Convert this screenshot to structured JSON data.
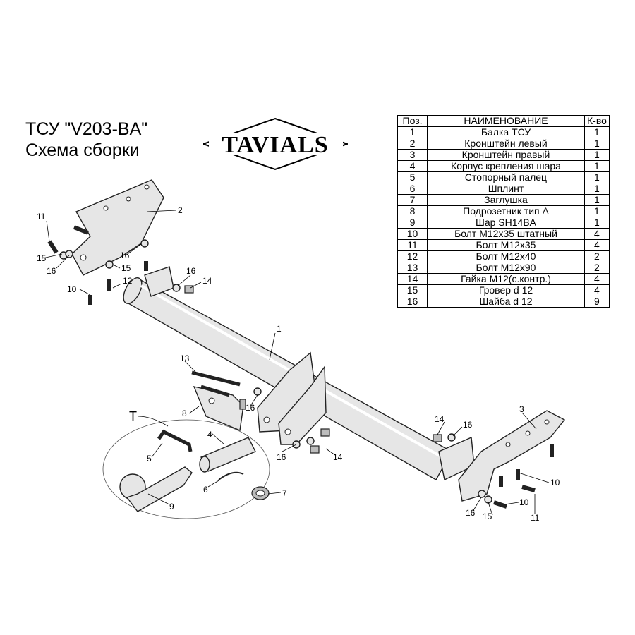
{
  "title": {
    "line1": "ТСУ  \"V203-BA\"",
    "line2": "Схема сборки"
  },
  "logo": {
    "text": "TAVIALS"
  },
  "table": {
    "headers": {
      "pos": "Поз.",
      "name": "НАИМЕНОВАНИЕ",
      "qty": "К-во"
    },
    "rows": [
      {
        "pos": "1",
        "name": "Балка ТСУ",
        "qty": "1"
      },
      {
        "pos": "2",
        "name": "Кронштейн левый",
        "qty": "1"
      },
      {
        "pos": "3",
        "name": "Кронштейн правый",
        "qty": "1"
      },
      {
        "pos": "4",
        "name": "Корпус крепления шара",
        "qty": "1"
      },
      {
        "pos": "5",
        "name": "Стопорный палец",
        "qty": "1"
      },
      {
        "pos": "6",
        "name": "Шплинт",
        "qty": "1"
      },
      {
        "pos": "7",
        "name": "Заглушка",
        "qty": "1"
      },
      {
        "pos": "8",
        "name": "Подрозетник тип А",
        "qty": "1"
      },
      {
        "pos": "9",
        "name": "Шар SH14BA",
        "qty": "1"
      },
      {
        "pos": "10",
        "name": "Болт М12х35 штатный",
        "qty": "4"
      },
      {
        "pos": "11",
        "name": "Болт М12х35",
        "qty": "4"
      },
      {
        "pos": "12",
        "name": "Болт М12х40",
        "qty": "2"
      },
      {
        "pos": "13",
        "name": "Болт М12х90",
        "qty": "2"
      },
      {
        "pos": "14",
        "name": "Гайка М12(с.контр.)",
        "qty": "4"
      },
      {
        "pos": "15",
        "name": "Гровер d 12",
        "qty": "4"
      },
      {
        "pos": "16",
        "name": "Шайба d 12",
        "qty": "9"
      }
    ]
  },
  "callouts": {
    "c1": "1",
    "c2": "2",
    "c3": "3",
    "c4": "4",
    "c5": "5",
    "c6": "6",
    "c7": "7",
    "c8": "8",
    "c9": "9",
    "c10a": "10",
    "c10b": "10",
    "c10c": "10",
    "c11a": "11",
    "c11b": "11",
    "c12a": "12",
    "c13": "13",
    "c14a": "14",
    "c14b": "14",
    "c14c": "14",
    "c15a": "15",
    "c15b": "15",
    "c15c": "15",
    "c16a": "16",
    "c16b": "16",
    "c16c": "16",
    "c16d": "16",
    "c16e": "16",
    "c16f": "16",
    "c16g": "16",
    "cT": "T"
  }
}
